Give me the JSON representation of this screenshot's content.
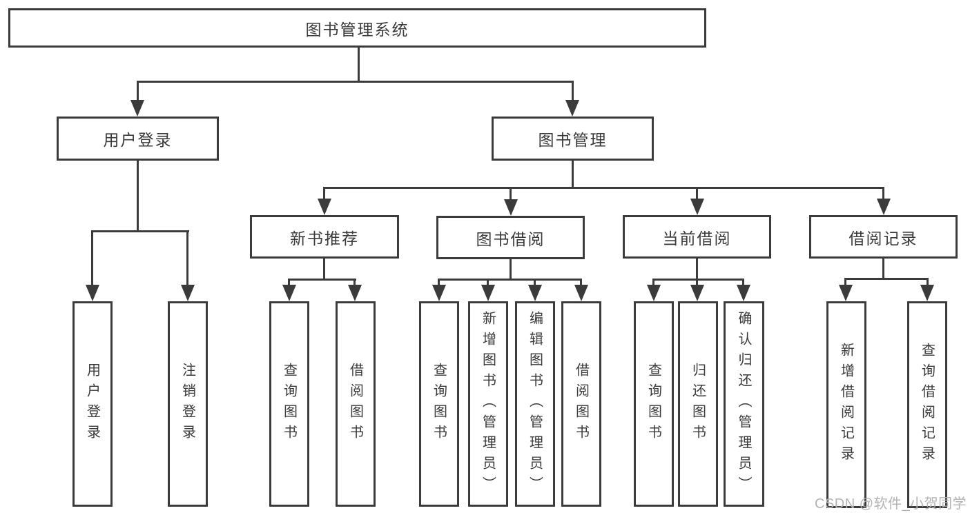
{
  "diagram": {
    "root": "图书管理系统",
    "level2": {
      "user_login": "用户登录",
      "book_mgmt": "图书管理"
    },
    "level3": {
      "new_book_rec": "新书推荐",
      "book_borrow": "图书借阅",
      "current_borrow": "当前借阅",
      "borrow_records": "借阅记录"
    },
    "leaves": {
      "user_login": "用户登录",
      "logout": "注销登录",
      "query_book_1": "查询图书",
      "borrow_book_1": "借阅图书",
      "query_book_2": "查询图书",
      "add_book": "新增图书（管理员）",
      "edit_book": "编辑图书（管理员）",
      "borrow_book_2": "借阅图书",
      "query_book_3": "查询图书",
      "return_book": "归还图书",
      "confirm_return": "确认归还（管理员）",
      "add_borrow_record": "新增借阅记录",
      "query_borrow_record": "查询借阅记录"
    }
  },
  "watermark": {
    "text": "CSDN @软件_小贺同学"
  }
}
